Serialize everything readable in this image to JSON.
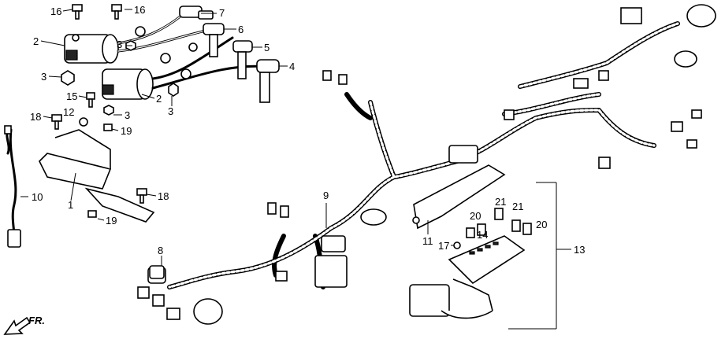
{
  "labels": {
    "p1": "1",
    "p2a": "2",
    "p2b": "2",
    "p3a": "3",
    "p3b": "3",
    "p3c": "3",
    "p3d": "3",
    "p4": "4",
    "p5": "5",
    "p6": "6",
    "p7": "7",
    "p8": "8",
    "p9": "9",
    "p10": "10",
    "p11": "11",
    "p12": "12",
    "p13": "13",
    "p14": "14",
    "p15": "15",
    "p16a": "16",
    "p16b": "16",
    "p17": "17",
    "p18a": "18",
    "p18b": "18",
    "p19a": "19",
    "p19b": "19",
    "p20a": "20",
    "p20b": "20",
    "p21a": "21",
    "p21b": "21"
  },
  "direction": "FR."
}
